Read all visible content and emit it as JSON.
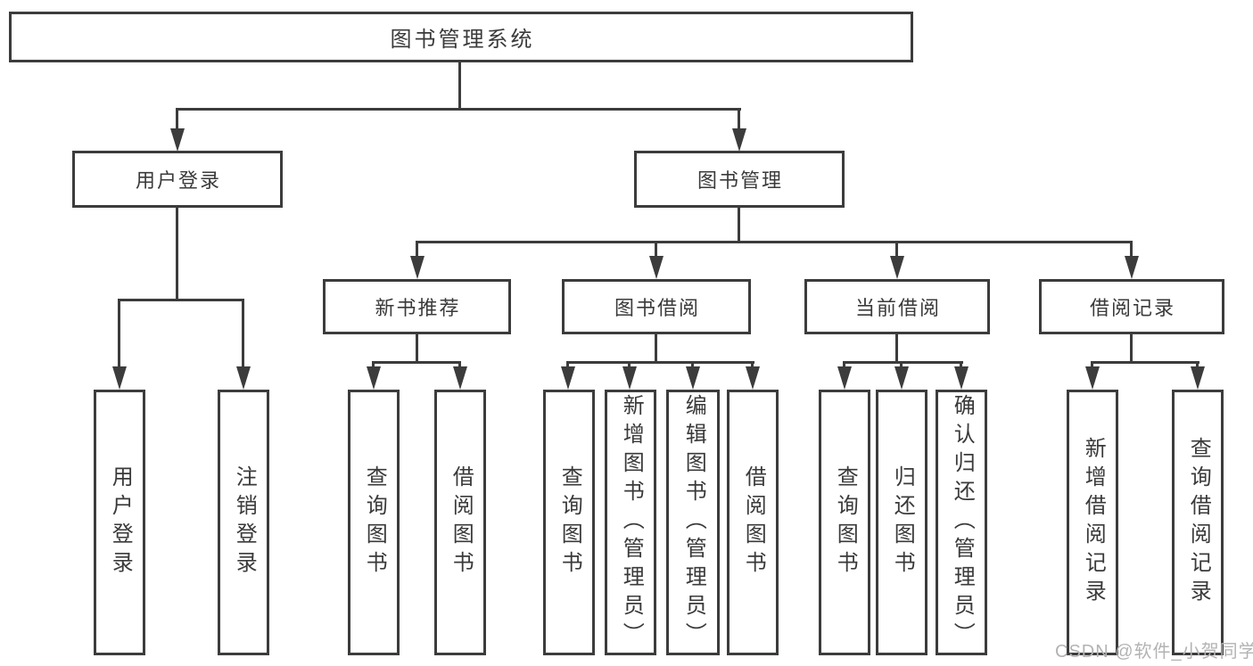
{
  "diagram": {
    "root": "图书管理系统",
    "branches": [
      {
        "label": "用户登录",
        "children": [
          "用户登录",
          "注销登录"
        ]
      },
      {
        "label": "图书管理",
        "children": [
          {
            "label": "新书推荐",
            "children": [
              "查询图书",
              "借阅图书"
            ]
          },
          {
            "label": "图书借阅",
            "children": [
              "查询图书",
              "新增图书（管理员）",
              "编辑图书（管理员）",
              "借阅图书"
            ]
          },
          {
            "label": "当前借阅",
            "children": [
              "查询图书",
              "归还图书",
              "确认归还（管理员）"
            ]
          },
          {
            "label": "借阅记录",
            "children": [
              "新增借阅记录",
              "查询借阅记录"
            ]
          }
        ]
      }
    ]
  },
  "watermark": "CSDN @软件_小贺同学",
  "colors": {
    "line": "#3c3c3c",
    "text": "#3a3a3a",
    "watermark": "#b3b3b3",
    "background": "#ffffff"
  }
}
